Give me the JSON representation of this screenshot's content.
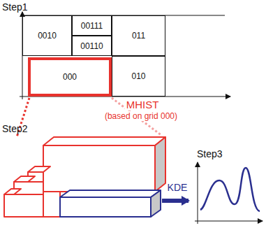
{
  "diagram": {
    "nodes": [
      {
        "text": [
          "0010"
        ]
      },
      {
        "text": [
          "00111"
        ]
      },
      {
        "text": [
          "00110"
        ]
      },
      {
        "text": [
          "011"
        ]
      },
      {
        "text": [
          "000"
        ]
      },
      {
        "text": [
          "010"
        ]
      }
    ],
    "labels": [
      "Step1",
      "MHIST",
      "(based on grid 000)",
      "Step2",
      "KDE",
      "Step3"
    ]
  }
}
